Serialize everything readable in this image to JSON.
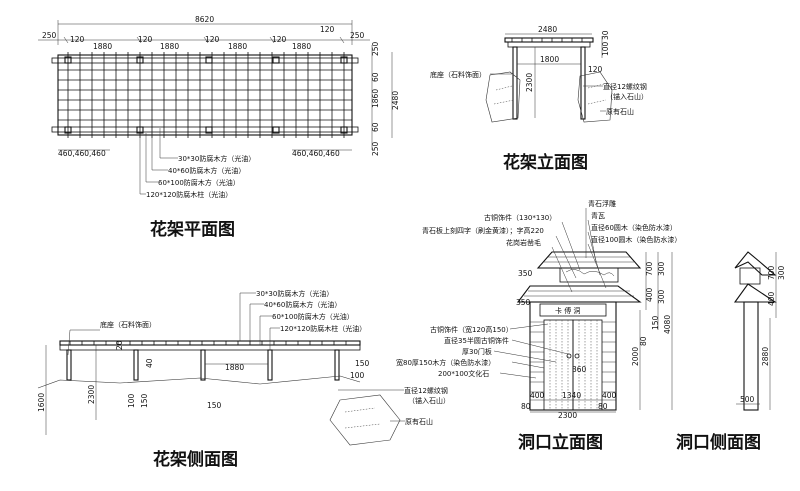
{
  "plan": {
    "title": "花架平面图",
    "dim_total": "8620",
    "dim_250a": "250",
    "dim_120a": "120",
    "dim_1880a": "1880",
    "dim_120b": "120",
    "dim_1880b": "1880",
    "dim_120c": "120",
    "dim_1880c": "1880",
    "dim_120d": "120",
    "dim_1880d": "1880",
    "dim_120e": "120",
    "dim_250b": "250",
    "dim_r250a": "250",
    "dim_r60a": "60",
    "dim_r1860": "1860",
    "dim_r2480": "2480",
    "dim_r60b": "60",
    "dim_r250b": "250",
    "dim_b460l": "460,460,460",
    "dim_b460r": "460,460,460",
    "callout1": "30*30防腐木方（光油）",
    "callout2": "40*60防腐木方（光油）",
    "callout3": "60*100防腐木方（光油）",
    "callout4": "120*120防腐木柱（光油）"
  },
  "front": {
    "title": "花架立面图",
    "dim_2480": "2480",
    "dim_30": "30",
    "dim_100": "100",
    "dim_1800": "1800",
    "dim_120": "120",
    "dim_2300": "2300",
    "label_base": "底座（石料饰面）",
    "label_bolt": "直径12螺纹钢",
    "label_bolt2": "（锚入石山）",
    "label_rock": "原有石山"
  },
  "side": {
    "title": "花架侧面图",
    "callout1": "30*30防腐木方（光油）",
    "callout2": "40*60防腐木方（光油）",
    "callout3": "60*100防腐木方（光油）",
    "callout4": "120*120防腐木柱（光油）",
    "label_base": "底座（石料饰面）",
    "dim_1880": "1880",
    "dim_20": "20",
    "dim_40": "40",
    "dim_150a": "150",
    "dim_100a": "100",
    "dim_150b": "150",
    "dim_100b": "100",
    "dim_150c": "150",
    "dim_1600": "1600",
    "dim_2300": "2300",
    "label_bolt": "直径12螺纹钢",
    "label_bolt2": "（锚入石山）",
    "label_rock": "原有石山"
  },
  "gate": {
    "title": "洞口立面图",
    "label_qing": "青石浮雕",
    "label_tongshi": "古铜饰件（130*130）",
    "label_qingwa": "青瓦",
    "label_yuan60": "直径60圆木（染色防水漆）",
    "label_sign": "青石板上刻四字（刷金黄漆）；字高220",
    "label_yuan100": "直径100圆木（染色防水漆）",
    "label_granite": "花岗岩凿毛",
    "sign_text": "卡 傅 洞",
    "label_tong2": "古铜饰件（宽120高150）",
    "label_handle": "直径35半圆古铜饰件",
    "label_door": "厚30门板",
    "label_wood": "宽80厚150木方（染色防水漆）",
    "label_stone": "200*100文化石",
    "dim_350a": "350",
    "dim_350b": "350",
    "dim_360": "360",
    "dim_400a": "400",
    "dim_1340": "1340",
    "dim_400b": "400",
    "dim_80a": "80",
    "dim_80b": "80",
    "dim_2300": "2300",
    "dim_700": "700",
    "dim_300a": "300",
    "dim_400c": "400",
    "dim_300b": "300",
    "dim_150": "150",
    "dim_80c": "80",
    "dim_4080": "4080",
    "dim_2000": "2000"
  },
  "gateSide": {
    "title": "洞口侧面图",
    "dim_700": "700",
    "dim_300": "300",
    "dim_400": "400",
    "dim_2880": "2880",
    "dim_500": "500"
  }
}
